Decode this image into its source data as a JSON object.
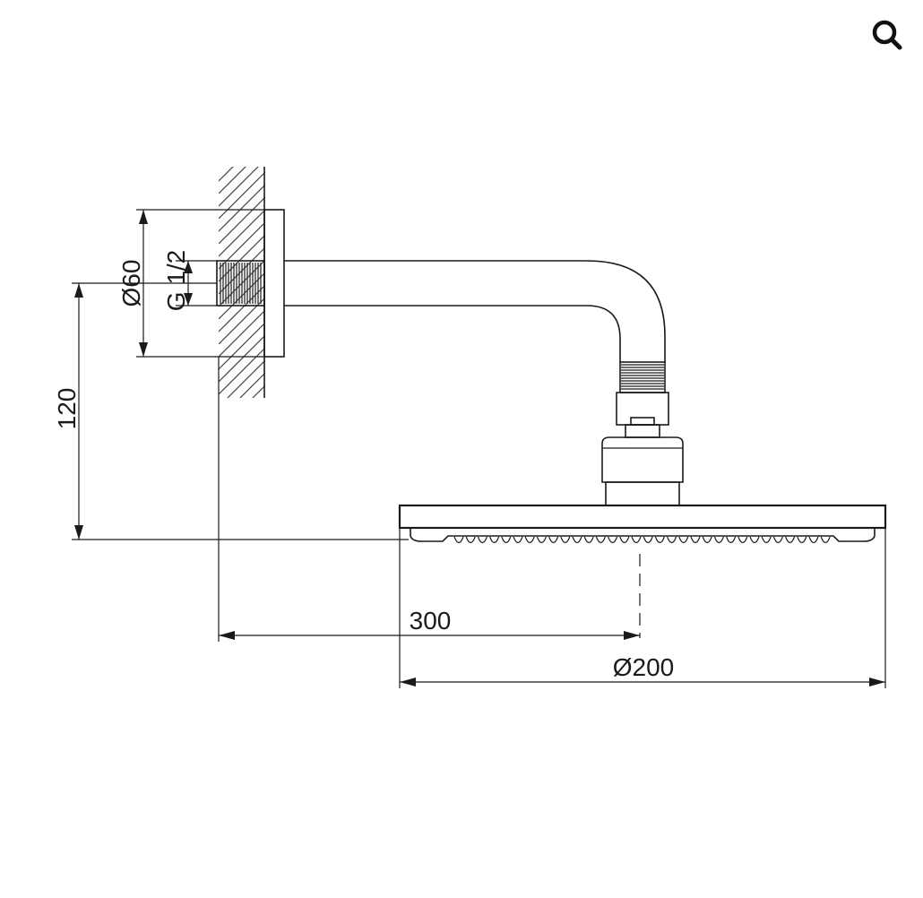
{
  "toolbar": {
    "zoom_icon": "magnifier-icon"
  },
  "drawing": {
    "dimensions": {
      "flange_diameter": "Ø60",
      "thread": "G 1/2",
      "height": "120",
      "projection": "300",
      "head_diameter": "Ø200"
    }
  }
}
